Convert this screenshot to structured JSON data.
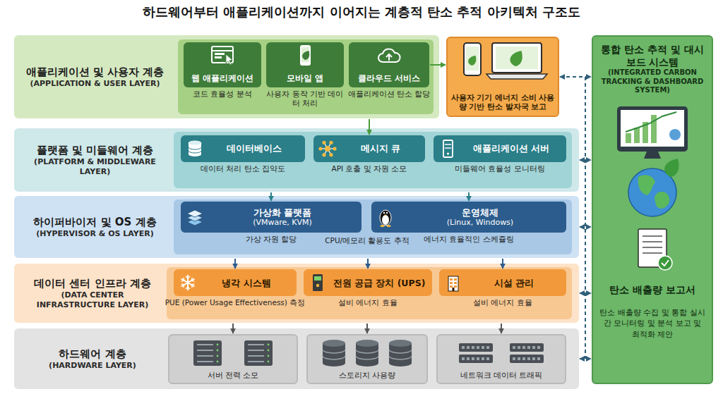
{
  "diagram": {
    "title": "하드웨어부터 애플리케이션까지 이어지는 계층적 탄소 추적 아키텍처 구조도",
    "nodes": [
      {
        "text": [
          "애플리케이션 및 사용자 계층",
          "(APPLICATION & USER LAYER)"
        ]
      },
      {
        "text": [
          "웹 애플리케이션",
          "코드 효율성 분석"
        ],
        "in": 0
      },
      {
        "text": [
          "모바일 앱",
          "사용자 동작 기반 데이터 처리"
        ],
        "in": 0
      },
      {
        "text": [
          "클라우드 서비스",
          "애플리케이션 탄소 할당"
        ],
        "in": 0
      },
      {
        "text": [
          "사용자 기기 에너지 소비 사용량 기반 탄소 발자국 보고"
        ]
      },
      {
        "text": [
          "플랫폼 및 미들웨어 계층",
          "(PLATFORM & MIDDLEWARE LAYER)"
        ]
      },
      {
        "text": [
          "데이터베이스",
          "데이터 처리 탄소 집약도"
        ],
        "in": 5
      },
      {
        "text": [
          "메시지 큐",
          "API 호출 및 자원 소모"
        ],
        "in": 5
      },
      {
        "text": [
          "애플리케이션 서버",
          "미들웨어 효율성 모니터링"
        ],
        "in": 5
      },
      {
        "text": [
          "하이퍼바이저 및 OS 계층",
          "(HYPERVISOR & OS LAYER)"
        ]
      },
      {
        "text": [
          "가상화 플랫폼",
          "(VMware, KVM)",
          "가상 자원 할당"
        ],
        "in": 9
      },
      {
        "text": [
          "운영체제",
          "(Linux, Windows)",
          "에너지 효율적인 스케쥴링"
        ],
        "in": 9
      },
      {
        "text": [
          "데이터 센터 인프라 계층",
          "(DATA CENTER INFRASTRUCTURE LAYER)"
        ]
      },
      {
        "text": [
          "냉각 시스템",
          "PUE (Power Usage Effectiveness) 측정"
        ],
        "in": 12
      },
      {
        "text": [
          "전원 공급 장치 (UPS)",
          "설비 에너지 효율"
        ],
        "in": 12
      },
      {
        "text": [
          "시설 관리",
          "설비 에너지 효율"
        ],
        "in": 12
      },
      {
        "text": [
          "하드웨어 계층",
          "(HARDWARE LAYER)"
        ]
      },
      {
        "text": [
          "서버 전력 소모"
        ],
        "in": 16
      },
      {
        "text": [
          "스토리지 사용량"
        ],
        "in": 16
      },
      {
        "text": [
          "네트워크 데이터 트래픽"
        ],
        "in": 16
      },
      {
        "text": [
          "통합 탄소 추적 및 대시보드 시스템",
          "(INTEGRATED CARBON TRACKING & DASHBOARD SYSTEM)",
          "탄소 배출량 보고서",
          "탄소 배출량 수집 및 통합 실시간 모니터링 및 분석 보고 및 최적화 제안"
        ]
      }
    ],
    "edges": [
      {
        "from": 3,
        "to": 4,
        "arrow": "to"
      },
      {
        "from": 0,
        "to": 7,
        "arrow": "to"
      },
      {
        "from": 5,
        "to": 10,
        "arrow": "to"
      },
      {
        "from": 5,
        "to": 11,
        "arrow": "to"
      },
      {
        "from": 9,
        "to": 13,
        "arrow": "to"
      },
      {
        "from": 9,
        "to": 14,
        "arrow": "to"
      },
      {
        "from": 9,
        "to": 15,
        "arrow": "to"
      },
      {
        "from": 12,
        "to": 17,
        "arrow": "to"
      },
      {
        "from": 12,
        "to": 18,
        "arrow": "to"
      },
      {
        "from": 12,
        "to": 19,
        "arrow": "to"
      },
      {
        "from": 4,
        "to": 20,
        "arrow": "both"
      },
      {
        "from": 5,
        "to": 20,
        "arrow": "both"
      },
      {
        "from": 9,
        "to": 20,
        "arrow": "both"
      },
      {
        "from": 12,
        "to": 20,
        "arrow": "both"
      },
      {
        "from": 16,
        "to": 20,
        "arrow": "both"
      }
    ],
    "labels": [
      "CPU/메모리 활용도 추적"
    ]
  }
}
